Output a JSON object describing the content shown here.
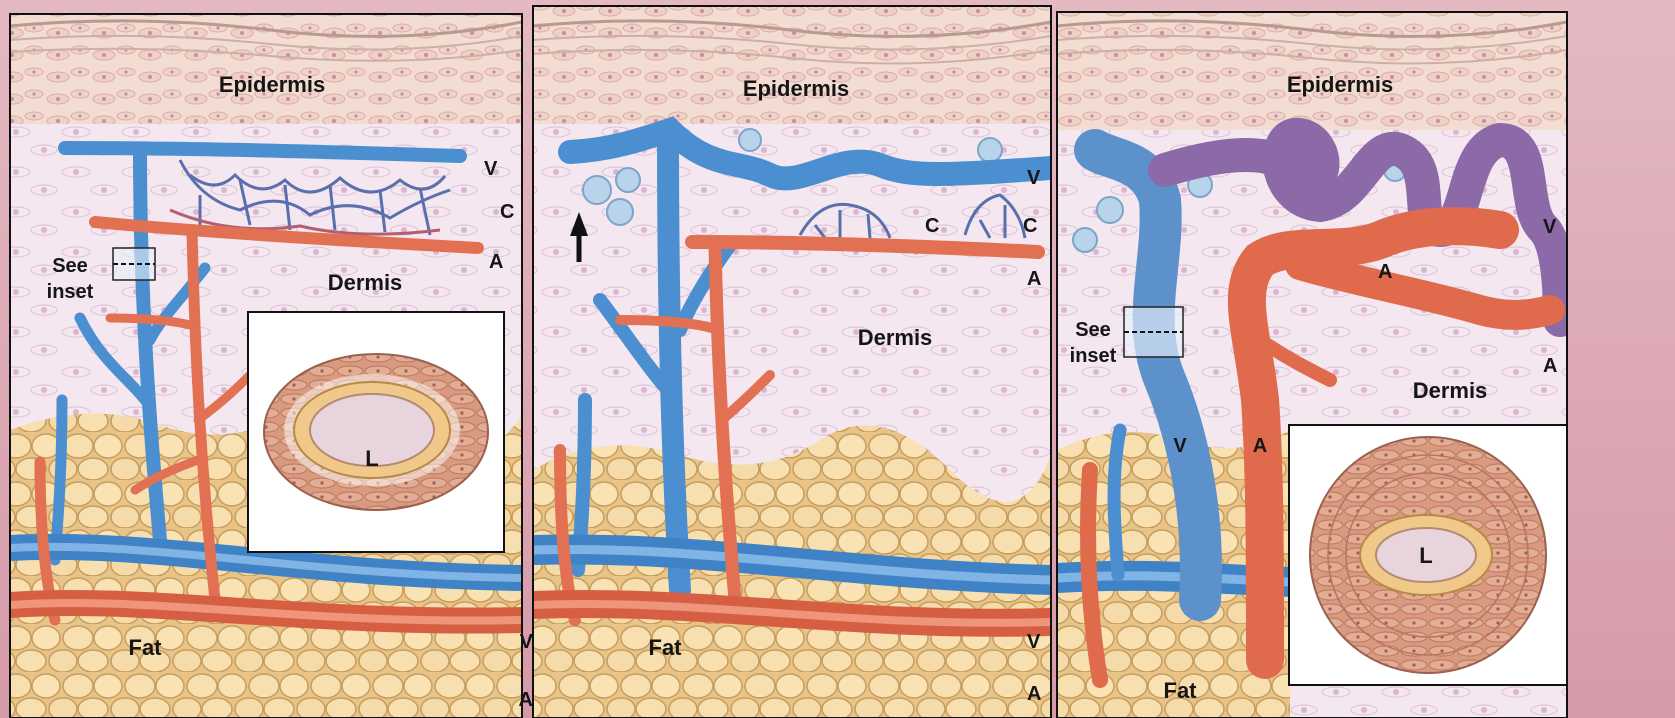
{
  "panels": [
    {
      "labels": {
        "epidermis": "Epidermis",
        "dermis": "Dermis",
        "fat": "Fat",
        "vein": "V",
        "capillary": "C",
        "artery": "A",
        "vein_bottom": "V",
        "artery_bottom": "A",
        "see_inset": [
          "See",
          "inset"
        ],
        "lumen": "L"
      }
    },
    {
      "labels": {
        "epidermis": "Epidermis",
        "dermis": "Dermis",
        "fat": "Fat",
        "vein": "V",
        "capillary_left": "C",
        "capillary_right": "C",
        "artery": "A",
        "vein_bottom": "V",
        "artery_bottom": "A"
      }
    },
    {
      "labels": {
        "epidermis": "Epidermis",
        "dermis": "Dermis",
        "fat": "Fat",
        "vein_top": "V",
        "artery_top": "A",
        "artery_right": "A",
        "vein_mid": "V",
        "artery_mid": "A",
        "see_inset": [
          "See",
          "inset"
        ],
        "lumen": "L"
      }
    }
  ]
}
